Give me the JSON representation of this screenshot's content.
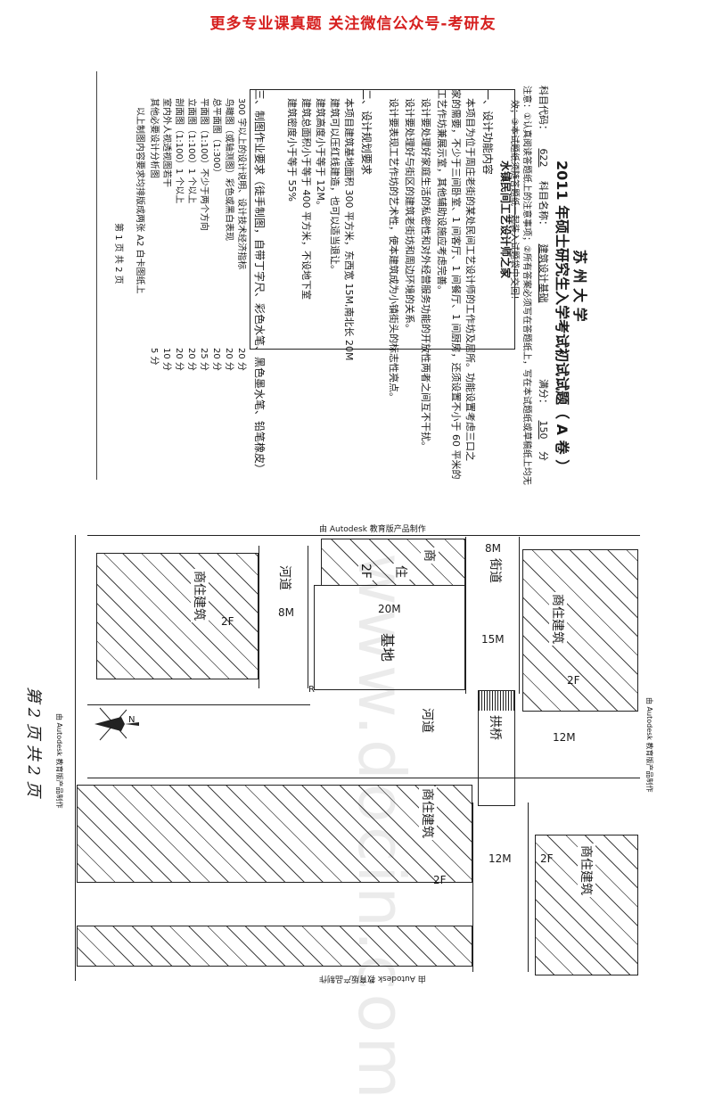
{
  "banner": "更多专业课真题 关注微信公众号-考研友",
  "exam": {
    "university": "苏 州 大 学",
    "title": "2011 年硕士研究生入学考试初试试题（ A 卷 ）",
    "code_label": "科目代码：",
    "code": "622",
    "subject_label": "科目名称：",
    "subject": "建筑设计基础",
    "score_label": "满分：",
    "score": "150",
    "score_unit": "分",
    "note1": "注意：①认真阅读答题纸上的注意事项；②所有答案必须写在答题纸上，写在本试题纸或草稿纸上均无",
    "note2": "效；③本试题纸须随答题纸一起装入试题袋中交回！",
    "theme": "水镇民间工艺设计师之家",
    "s1_title": "一、设计功能内容",
    "s1_p1": "本项目为位于周庄老街的某处民间工艺设计师的工作坊及居所。功能设置考虑三口之",
    "s1_p2": "家的需要，不少于三间卧室、1 间客厅、1 间餐厅、1 间厨房，还须设置不小于 60 平米的",
    "s1_p3": "工艺作坊兼展示室，其他辅助设施应考虑完善。",
    "s1_p4": "设计要处理好家庭生活的私密性和对外经营服务功能的开放性两者之间互不干扰。",
    "s1_p5": "设计要处理好与街区的建筑老街坊和周边环境的关系。",
    "s1_p6": "设计要表现工艺作坊的艺术性，使本建筑成为小镇街头的标志性亮点。",
    "s2_title": "二、设计规划要求",
    "s2_p1": "本项目建筑基地面积 300 平方米，东西宽 15M,南北长 20M",
    "s2_p2": "建筑可以压红线建造，也可以适当退让。",
    "s2_p3": "建筑高度小于等于 12M。",
    "s2_p4": "建筑总面积小于等于 400 平方米，不设地下室",
    "s2_p5": "建筑密度小于等于 55%",
    "s3_title": "三、制图作业要求（徒手制图，自带丁字尺、彩色水笔、黑色墨水笔、铅笔橡皮）",
    "req": [
      {
        "item": "300 字以上的设计说明、设计技术经济指标",
        "pts": "20 分"
      },
      {
        "item": "鸟瞰图（或轴测图）彩色或黑白表现",
        "pts": "20 分"
      },
      {
        "item": "总平面图（1:300）",
        "pts": "20 分"
      },
      {
        "item": "平面图（1:100）不少于两个方向",
        "pts": "25 分"
      },
      {
        "item": "立面图（1:100）1 个以上",
        "pts": "20 分"
      },
      {
        "item": "剖面图（1:100）1 个以上",
        "pts": "20 分"
      },
      {
        "item": "室内外人视透视图若干",
        "pts": "10 分"
      },
      {
        "item": "其他必要设计分析图",
        "pts": "5 分"
      },
      {
        "item": "以上制图内容要求均排版成两张 A2 白卡图纸上",
        "pts": ""
      }
    ],
    "page_no": "第 1 页 共 2 页"
  },
  "plan": {
    "autodesk": "由 Autodesk 教育版产品制作",
    "labels": {
      "shang_zhu": "商住建筑",
      "shang_zhu_2f": "2F",
      "he_dao": "河道",
      "jie_dao": "街道",
      "gong_qiao": "拱桥",
      "ji_di": "基地",
      "shang": "商",
      "zhu": "住",
      "f2": "2F",
      "r": "R"
    },
    "dims": {
      "d8m_top": "8M",
      "d8m_left": "8M",
      "d20m": "20M",
      "d15m": "15M",
      "d12m_a": "12M",
      "d12m_b": "12M"
    },
    "north": "N",
    "watermark": "www.docin.com",
    "handwritten_page": "第 2 页 共 2 页"
  }
}
